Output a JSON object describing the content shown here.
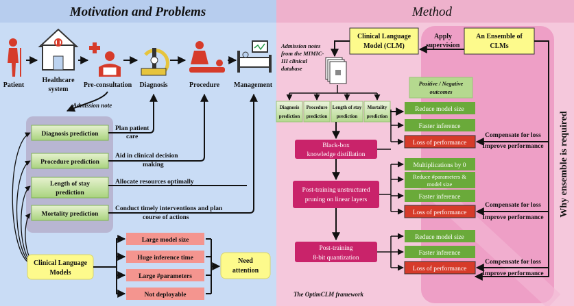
{
  "left": {
    "title": "Motivation and Problems",
    "pipeline": [
      "Patient",
      "Healthcare system",
      "Pre-consultation",
      "Diagnosis",
      "Procedure",
      "Management"
    ],
    "admission_note": "Admission note",
    "tasks": [
      "Diagnosis prediction",
      "Procedure prediction",
      "Length of stay prediction",
      "Mortality prediction"
    ],
    "task_uses": [
      "Plan patient care",
      "Aid in clinical decision making",
      "Allocate resources optimally",
      "Conduct timely interventions and plan course of actions"
    ],
    "clm": "Clinical Language Models",
    "problems": [
      "Large model size",
      "Huge inference time",
      "Large #parameters",
      "Not deployable"
    ],
    "need": "Need attention"
  },
  "right": {
    "title": "Method",
    "clm_box": "Clinical Language Model (CLM)",
    "apply": "Apply supervision",
    "ensemble": "An Ensemble of CLMs",
    "admission_notes_src": "Admission notes from the MIMIC-III clinical database",
    "tasks": [
      "Diagnosis prediction",
      "Procedure prediction",
      "Length of stay prediction",
      "Mortality prediction"
    ],
    "outcomes_header": "Positive / Negative outcomes",
    "steps": [
      "Black-box knowledge distillation",
      "Post-training unstructured pruning on linear layers",
      "Post-training 8-bit quantization"
    ],
    "outcomes1": [
      "Reduce model size",
      "Faster inference",
      "Loss of performance"
    ],
    "outcomes2": [
      "Multiplications by 0",
      "Reduce #parameters & model size",
      "Faster inference",
      "Loss of performance"
    ],
    "outcomes3": [
      "Reduce model size",
      "Faster inference",
      "Loss of performance"
    ],
    "compensate": "Compensate for loss",
    "improve": "Improve performance",
    "why": "Why ensemble is required",
    "framework": "The OptimCLM framework"
  },
  "colors": {
    "left_bg": "#c9dcf5",
    "right_bg": "#f5c8dc",
    "ensemble_bg": "#ee9fc6",
    "green": "#6aaa3a",
    "red": "#d63b2a",
    "magenta": "#c9236a",
    "yellow": "#fdfa8c",
    "salmon": "#f4958f"
  }
}
